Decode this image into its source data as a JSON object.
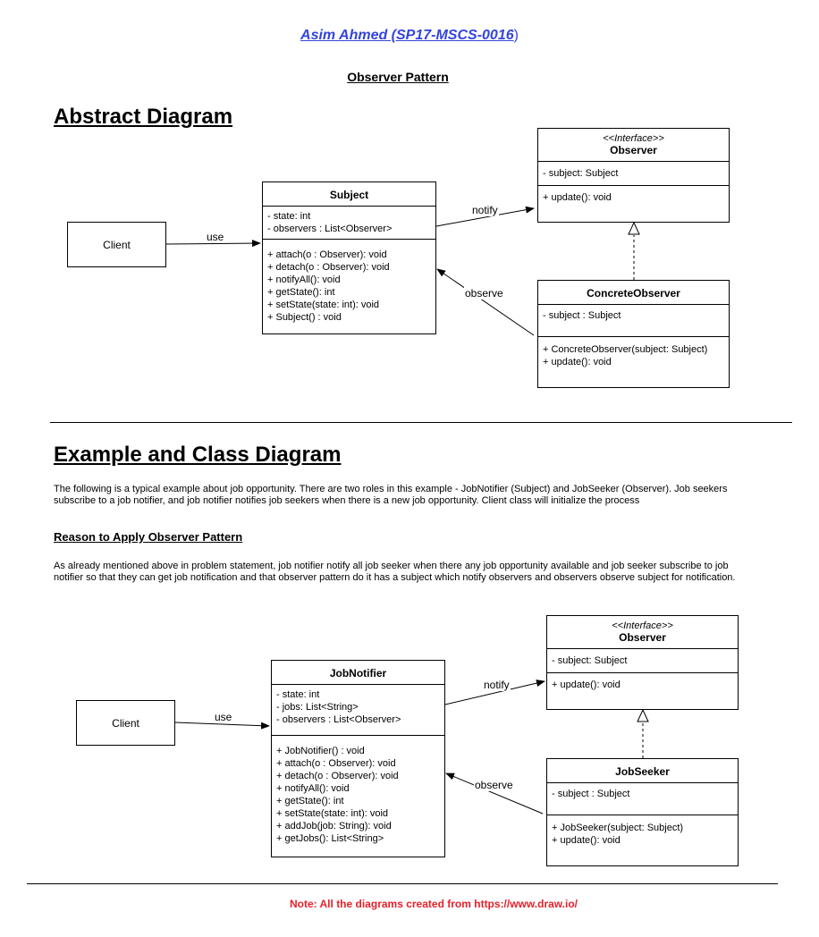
{
  "header": {
    "author": "Asim Ahmed (SP17-MSCS-0016",
    "author_paren": ")",
    "pattern_title": "Observer Pattern"
  },
  "abstract": {
    "title": "Abstract Diagram",
    "client_label": "Client",
    "subject": {
      "name": "Subject",
      "attributes": [
        "- state: int",
        "- observers : List<Observer>"
      ],
      "methods": [
        "+ attach(o : Observer): void",
        "+ detach(o : Observer): void",
        "+ notifyAll(): void",
        "+ getState(): int",
        "+ setState(state: int): void",
        "+ Subject() : void"
      ]
    },
    "observer": {
      "stereotype": "<<Interface>>",
      "name": "Observer",
      "attributes": [
        "- subject: Subject"
      ],
      "methods": [
        "+ update(): void"
      ]
    },
    "concrete": {
      "name": "ConcreteObserver",
      "attributes": [
        "- subject : Subject"
      ],
      "methods": [
        "+ ConcreteObserver(subject: Subject)",
        "+ update(): void"
      ]
    },
    "labels": {
      "use": "use",
      "notify": "notify",
      "observe": "observe"
    }
  },
  "example": {
    "title": "Example and Class Diagram",
    "description": "The following is a typical example about job opportunity. There are two roles in this example - JobNotifier (Subject) and JobSeeker (Observer). Job seekers subscribe to a job notifier, and job notifier notifies job seekers when there is a new job opportunity. Client class will initialize the process",
    "reason_heading": "Reason to Apply Observer Pattern",
    "reason_text": "As already mentioned above in problem statement, job notifier notify all job seeker when there any job opportunity available and job seeker subscribe to job notifier so that they can get job notification and that observer pattern do it has a subject which notify observers and observers observe subject for notification.",
    "client_label": "Client",
    "notifier": {
      "name": "JobNotifier",
      "attributes": [
        "- state: int",
        "- jobs: List<String>",
        "- observers : List<Observer>"
      ],
      "methods": [
        "+ JobNotifier() : void",
        "+ attach(o : Observer): void",
        "+ detach(o : Observer): void",
        "+ notifyAll(): void",
        "+ getState(): int",
        "+ setState(state: int): void",
        "+ addJob(job: String): void",
        "+ getJobs(): List<String>"
      ]
    },
    "observer": {
      "stereotype": "<<Interface>>",
      "name": "Observer",
      "attributes": [
        "- subject: Subject"
      ],
      "methods": [
        "+ update(): void"
      ]
    },
    "seeker": {
      "name": "JobSeeker",
      "attributes": [
        "- subject : Subject"
      ],
      "methods": [
        "+ JobSeeker(subject: Subject)",
        "+ update(): void"
      ]
    },
    "labels": {
      "use": "use",
      "notify": "notify",
      "observe": "observe"
    }
  },
  "footer": {
    "note": "Note: All the diagrams created from https://www.draw.io/",
    "note_color": "#e8202a"
  },
  "colors": {
    "author_link": "#3344dd"
  }
}
